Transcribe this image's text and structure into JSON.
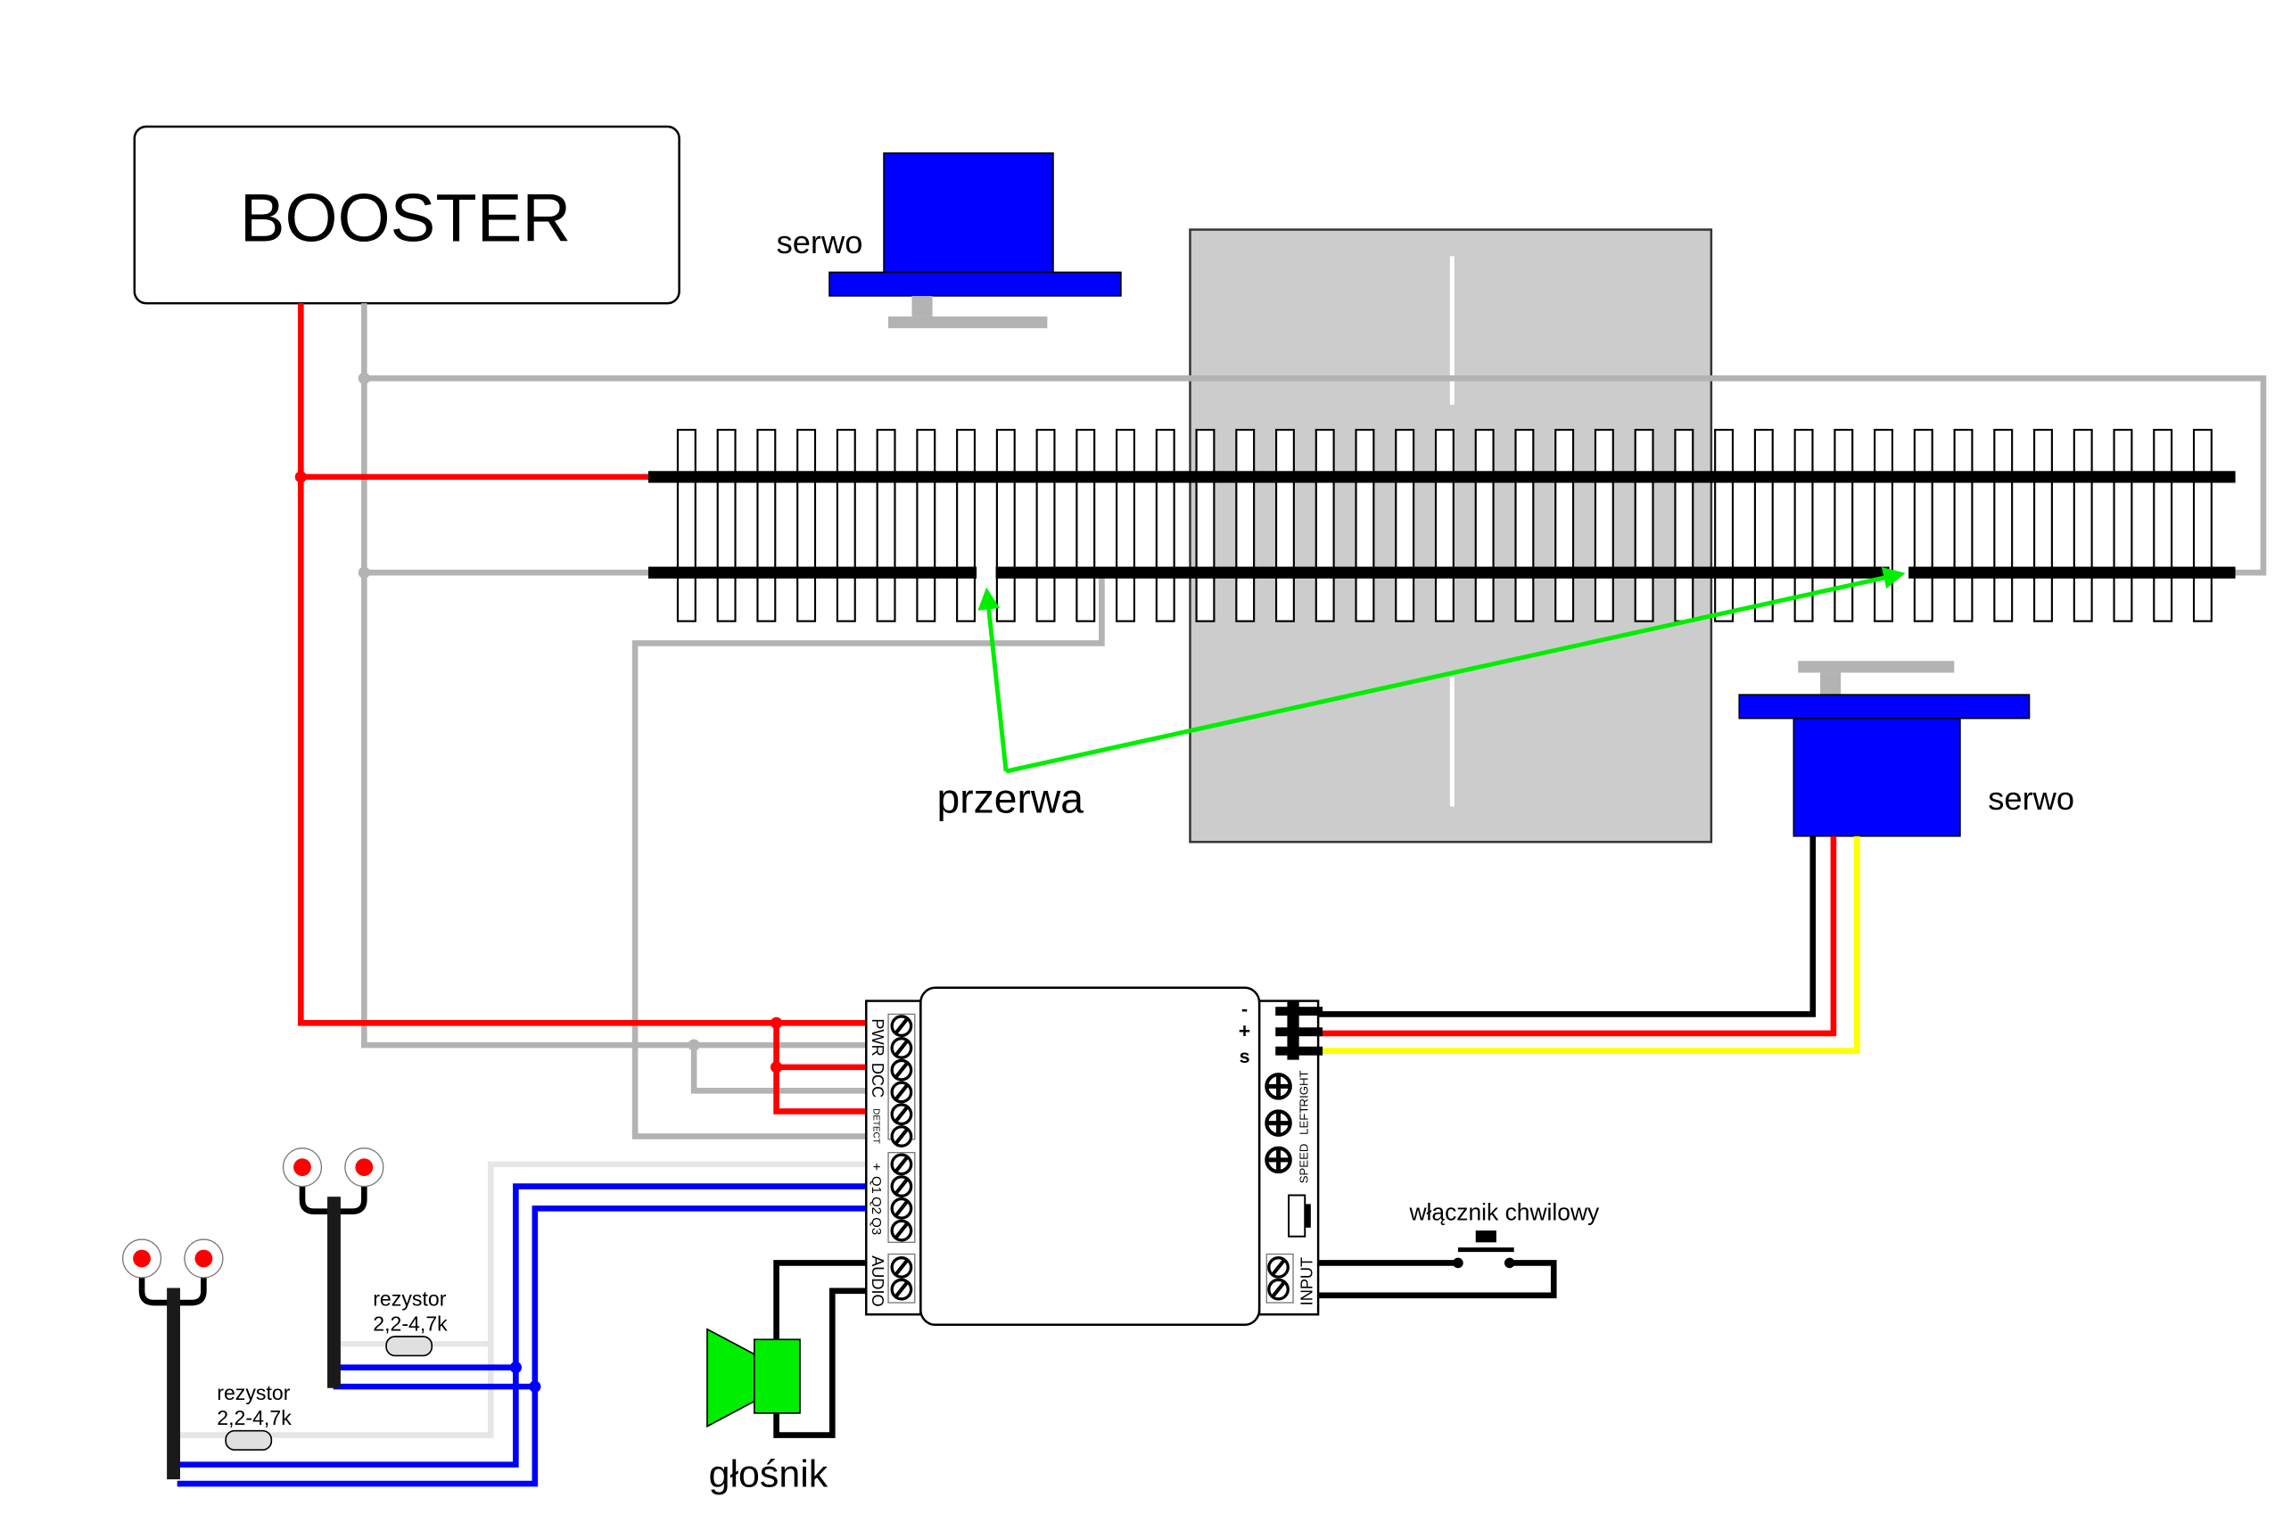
{
  "booster": {
    "label": "BOOSTER"
  },
  "servo_top": {
    "label": "serwo"
  },
  "servo_right": {
    "label": "serwo"
  },
  "gap_label": "przerwa",
  "speaker_label": "głośnik",
  "switch_label": "włącznik chwilowy",
  "resistors": [
    {
      "name": "rezystor",
      "value": "2,2-4,7k"
    },
    {
      "name": "rezystor",
      "value": "2,2-4,7k"
    }
  ],
  "module": {
    "left_labels": {
      "pwr": "PWR",
      "dcc": "DCC",
      "detect": "DETECT",
      "plus": "+",
      "q1": "Q1",
      "q2": "Q2",
      "q3": "Q3",
      "audio": "AUDIO"
    },
    "servo_pins": {
      "minus": "-",
      "plus": "+",
      "signal": "s"
    },
    "pots": {
      "right": "RIGHT",
      "left": "LEFT",
      "speed": "SPEED"
    },
    "input": "INPUT"
  },
  "colors": {
    "power": "#ff0000",
    "ground": "#b3b3b3",
    "led_common": "#e6e6e6",
    "led_signal": "#0000ff",
    "servo": "#0000ff",
    "speaker": "#00ee00",
    "gap_arrow": "#00ee00",
    "servo_signal": "#ffff00",
    "road": "#cccccc"
  }
}
